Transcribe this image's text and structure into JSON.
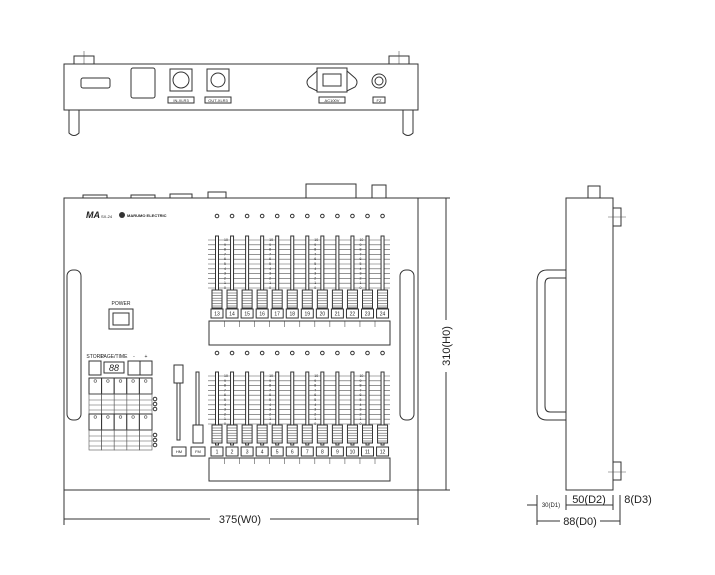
{
  "rear": {
    "labels": [
      "IN-XLR3",
      "OUT-XLR3",
      "AC100V",
      "FZ"
    ]
  },
  "front": {
    "logo": "MA",
    "logo_sub": "SX-24",
    "brand": "MARUMO ELECTRIC",
    "power_label": "POWER",
    "store_label": "STORE",
    "page_time_label": "PAGE/TIME",
    "minus_label": "-",
    "plus_label": "+",
    "display": "88",
    "hm_label": "HM",
    "fm_label": "FM",
    "scale": [
      "10",
      "9",
      "8",
      "7",
      "6",
      "5",
      "4",
      "3",
      "2",
      "1",
      "0"
    ],
    "upper_channels": [
      "13",
      "14",
      "15",
      "16",
      "17",
      "18",
      "19",
      "20",
      "21",
      "22",
      "23",
      "24"
    ],
    "lower_channels": [
      "1",
      "2",
      "3",
      "4",
      "5",
      "6",
      "7",
      "8",
      "9",
      "10",
      "11",
      "12"
    ]
  },
  "dimensions": {
    "width": "375(W0)",
    "height": "310(H0)",
    "d1": "30(D1)",
    "d2": "50(D2)",
    "d3": "8(D3)",
    "d0": "88(D0)"
  }
}
